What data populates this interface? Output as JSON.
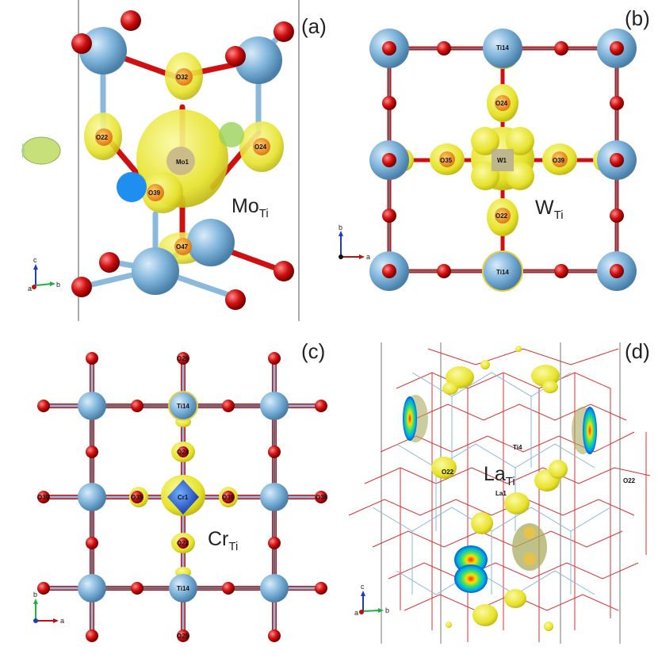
{
  "panels": {
    "a": {
      "tag": "(a)",
      "defect_main": "Mo",
      "defect_sub": "Ti",
      "atoms": {
        "o32": "O32",
        "o22": "O22",
        "o24": "O24",
        "mo1": "Mo1",
        "o39": "O39",
        "o47": "O47"
      },
      "axes": {
        "c": "c",
        "b": "b",
        "a": "a"
      }
    },
    "b": {
      "tag": "(b)",
      "defect_main": "W",
      "defect_sub": "Ti",
      "atoms": {
        "ti14_top": "Ti14",
        "o24": "O24",
        "o35": "O35",
        "w1": "W1",
        "o39": "O39",
        "o22": "O22",
        "ti14_bottom": "Ti14"
      },
      "axes": {
        "b": "b",
        "a": "a"
      }
    },
    "c": {
      "tag": "(c)",
      "defect_main": "Cr",
      "defect_sub": "Ti",
      "atoms": {
        "o25_top": "O25",
        "ti14_top": "Ti14",
        "o24": "O24",
        "o39_left": "O39",
        "o35": "O35",
        "cr1": "Cr1",
        "o39": "O39",
        "o35_right": "O35",
        "o22": "O22",
        "ti14_bottom": "Ti14",
        "o25_bottom": "O25"
      },
      "axes": {
        "b": "b",
        "a": "a"
      }
    },
    "d": {
      "tag": "(d)",
      "defect_main": "La",
      "defect_sub": "Ti",
      "atoms": {
        "ti4": "Ti4",
        "o22_left": "O22",
        "la1": "La1",
        "o22_right": "O22"
      },
      "axes": {
        "c": "c",
        "b": "b",
        "a": "a"
      }
    }
  },
  "colors": {
    "ti": "#7fb4db",
    "o": "#d01010",
    "isosurface": "#e6e22a",
    "bond_o": "#d01010",
    "bond_ti": "#8ab9dc"
  }
}
